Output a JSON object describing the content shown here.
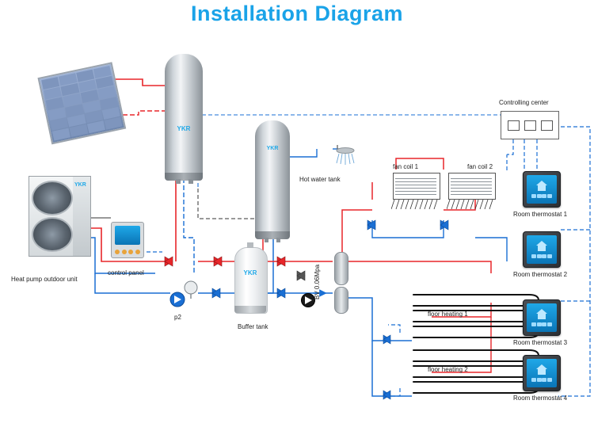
{
  "page": {
    "title": "Installation Diagram",
    "title_color": "#1aa3e8",
    "background": "#ffffff"
  },
  "colors": {
    "hot_line": "#e8262a",
    "cold_line": "#1a6fd4",
    "dashed_control": "#1a6fd4",
    "dashed_red": "#e8262a",
    "metal_tank": "#b9bfc4",
    "screen_blue": "#1fa8e8",
    "panel_dark": "#2b2f33"
  },
  "components": [
    {
      "id": "solar-collector",
      "label": "",
      "brand": ""
    },
    {
      "id": "hot-water-tank-left",
      "label": "",
      "brand": "YKR"
    },
    {
      "id": "hot-water-tank",
      "label": "Hot water tank",
      "brand": "YKR"
    },
    {
      "id": "heat-pump-outdoor-unit",
      "label": "Heat pump outdoor unit",
      "brand": "YKR"
    },
    {
      "id": "control-panel",
      "label": "control panel",
      "brand": ""
    },
    {
      "id": "buffer-tank",
      "label": "Buffer tank",
      "brand": "YKR"
    },
    {
      "id": "pump-p2",
      "label": "p2",
      "brand": ""
    },
    {
      "id": "bypass-valve",
      "label": "BV 0.06Mpa",
      "brand": ""
    },
    {
      "id": "fan-coil-1",
      "label": "fan coil 1",
      "brand": ""
    },
    {
      "id": "fan-coil-2",
      "label": "fan coil 2",
      "brand": ""
    },
    {
      "id": "floor-heating-1",
      "label": "floor heating 1",
      "brand": ""
    },
    {
      "id": "floor-heating-2",
      "label": "floor heating 2",
      "brand": ""
    },
    {
      "id": "controlling-center",
      "label": "Controlling center",
      "brand": ""
    },
    {
      "id": "room-thermostat-1",
      "label": "Room thermostat 1",
      "brand": ""
    },
    {
      "id": "room-thermostat-2",
      "label": "Room thermostat 2",
      "brand": ""
    },
    {
      "id": "room-thermostat-3",
      "label": "Room thermostat 3",
      "brand": ""
    },
    {
      "id": "room-thermostat-4",
      "label": "Room thermostat 4",
      "brand": ""
    },
    {
      "id": "shower-head",
      "label": "",
      "brand": ""
    },
    {
      "id": "expansion-vessel",
      "label": "",
      "brand": ""
    }
  ],
  "labels": {
    "hot_water_tank": "Hot water tank",
    "heat_pump_outdoor_unit": "Heat pump outdoor unit",
    "control_panel": "control panel",
    "buffer_tank": "Buffer tank",
    "pump_p2": "p2",
    "bypass_valve": "BV 0.06Mpa",
    "fan_coil_1": "fan coil 1",
    "fan_coil_2": "fan coil 2",
    "floor_heating_1": "floor heating 1",
    "floor_heating_2": "floor heating 2",
    "controlling_center": "Controlling center",
    "room_thermostat_1": "Room thermostat 1",
    "room_thermostat_2": "Room thermostat 2",
    "room_thermostat_3": "Room thermostat 3",
    "room_thermostat_4": "Room thermostat 4",
    "brand_ykr": "YKR"
  }
}
